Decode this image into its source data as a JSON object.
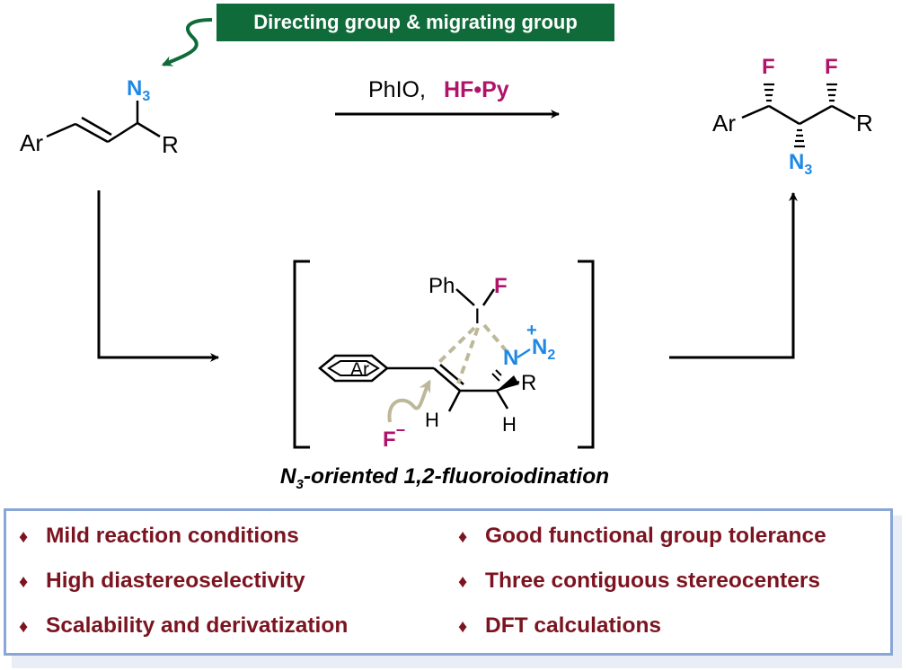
{
  "header_box": {
    "label": "Directing group & migrating group"
  },
  "reaction": {
    "reagent_1": "PhIO,",
    "reagent_2": "HF•Py"
  },
  "labels": {
    "ar": "Ar",
    "r": "R",
    "n3_main": "N",
    "n3_sub": "3",
    "f": "F",
    "ph": "Ph",
    "i": "I",
    "h": "H",
    "f_minus": "F",
    "minus": "−",
    "n2_main": "N",
    "n2_sub": "2",
    "plus": "+"
  },
  "caption": {
    "prefix_main": "N",
    "prefix_sub": "3",
    "text": "-oriented 1,2-fluoroiodination"
  },
  "features": [
    "Mild reaction conditions",
    "Good functional group tolerance",
    "High diastereoselectivity",
    "Three contiguous stereocenters",
    "Scalability and derivatization",
    "DFT calculations"
  ],
  "colors": {
    "green": "#0f6b3a",
    "magenta": "#b0136a",
    "blue": "#1e88e5",
    "dark_red": "#7b1420",
    "tan": "#bdb89a",
    "box_border": "#8aa6d6"
  }
}
